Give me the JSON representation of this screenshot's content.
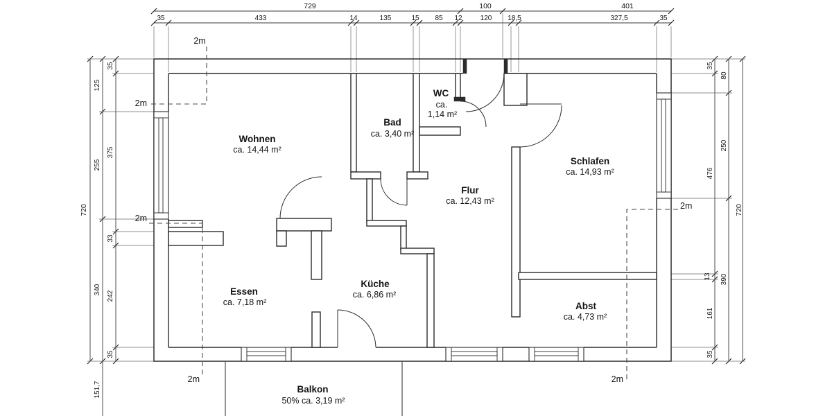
{
  "rooms": {
    "wohnen": {
      "name": "Wohnen",
      "area": "ca. 14,44 m²"
    },
    "bad": {
      "name": "Bad",
      "area": "ca. 3,40 m²"
    },
    "wc": {
      "name": "WC",
      "area_line1": "ca.",
      "area_line2": "1,14 m²"
    },
    "flur": {
      "name": "Flur",
      "area": "ca. 12,43 m²"
    },
    "schlafen": {
      "name": "Schlafen",
      "area": "ca. 14,93 m²"
    },
    "essen": {
      "name": "Essen",
      "area": "ca. 7,18 m²"
    },
    "kueche": {
      "name": "Küche",
      "area": "ca. 6,86 m²"
    },
    "abst": {
      "name": "Abst",
      "area": "ca. 4,73 m²"
    },
    "balkon": {
      "name": "Balkon",
      "area": "50% ca. 3,19 m²"
    }
  },
  "dimensions": {
    "top_overall": [
      "729",
      "100",
      "401"
    ],
    "top_detail": [
      "35",
      "433",
      "14",
      "135",
      "15",
      "85",
      "12",
      "120",
      "18,5",
      "327,5",
      "35"
    ],
    "left_overall": "720",
    "left_main": [
      "125",
      "255",
      "340",
      "151,7"
    ],
    "left_detail": [
      "35",
      "375",
      "33",
      "242",
      "35"
    ],
    "right_detail": [
      "35",
      "476",
      "13",
      "161",
      "35"
    ],
    "right_main": [
      "80",
      "250",
      "390"
    ],
    "right_overall": "720"
  },
  "height_line_label": "2m"
}
